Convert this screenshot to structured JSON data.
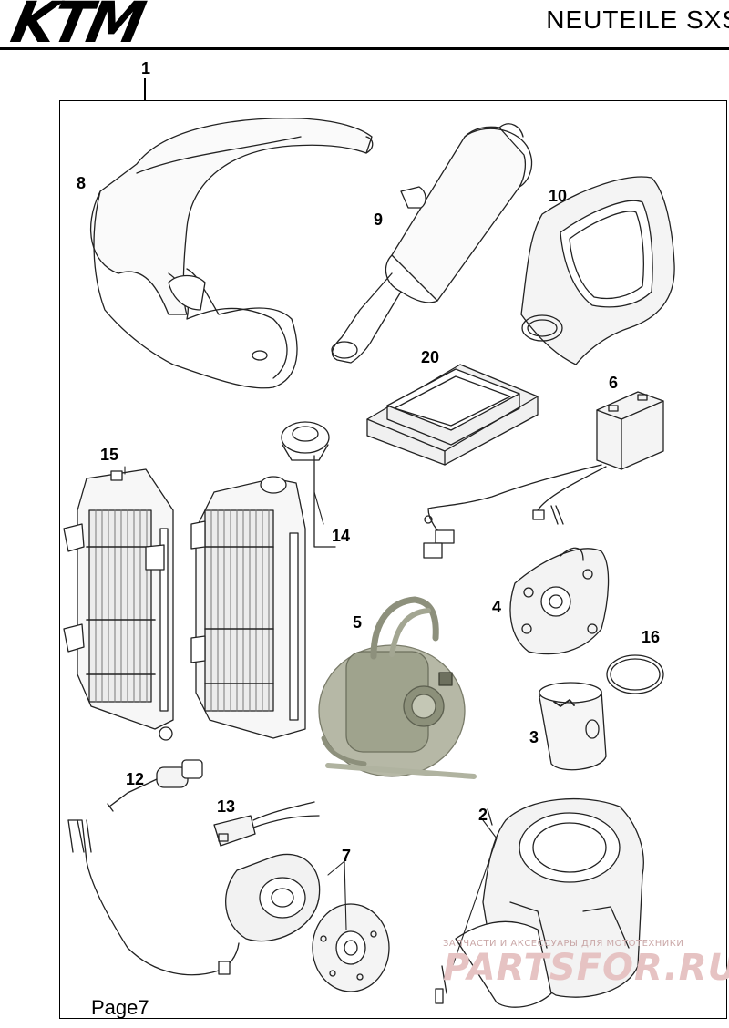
{
  "header": {
    "brand": "KTM",
    "title": "NEUTEILE SXS"
  },
  "page": {
    "label": "Page7"
  },
  "callouts": {
    "c1": "1",
    "c2": "2",
    "c3": "3",
    "c4": "4",
    "c5": "5",
    "c6": "6",
    "c7": "7",
    "c8": "8",
    "c9": "9",
    "c10": "10",
    "c12": "12",
    "c13": "13",
    "c14": "14",
    "c15": "15",
    "c16": "16",
    "c20": "20"
  },
  "watermark": {
    "tagline": "ЗАПЧАСТИ И АКСЕССУАРЫ ДЛЯ МОТОТЕХНИКИ",
    "site": "PARTSFOR.RU"
  }
}
